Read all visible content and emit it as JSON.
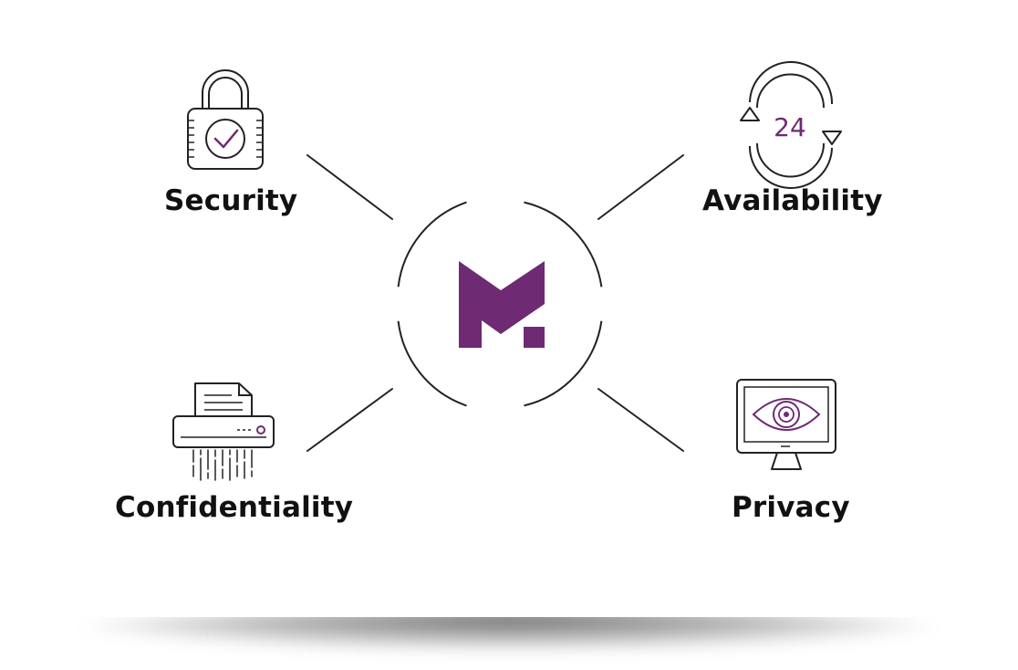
{
  "labels": {
    "security": "Security",
    "availability": "Availability",
    "confidentiality": "Confidentiality",
    "privacy": "Privacy",
    "clock_hours": "24"
  },
  "colors": {
    "accent": "#6e2a72",
    "ink": "#222222",
    "background": "#ffffff"
  },
  "icons": [
    "padlock-check-icon",
    "24-hours-cycle-icon",
    "paper-shredder-icon",
    "monitor-eye-icon",
    "logo-m"
  ]
}
